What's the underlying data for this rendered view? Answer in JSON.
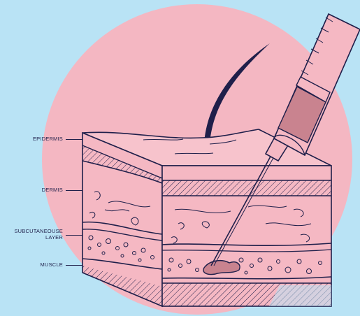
{
  "labels": {
    "epidermis": "EPIDERMIS",
    "dermis": "DERMIS",
    "subcutaneous_line1": "SUBCUTANEOUSE",
    "subcutaneous_line2": "LAYER",
    "muscle": "MUSCLE"
  },
  "colors": {
    "background": "#b9e3f5",
    "circle": "#f4b7c2",
    "skin": "#f5b8c3",
    "outline": "#1f1f4a",
    "syringe_fluid": "#c9838f",
    "bottom_layer": "#b9e3f5"
  }
}
